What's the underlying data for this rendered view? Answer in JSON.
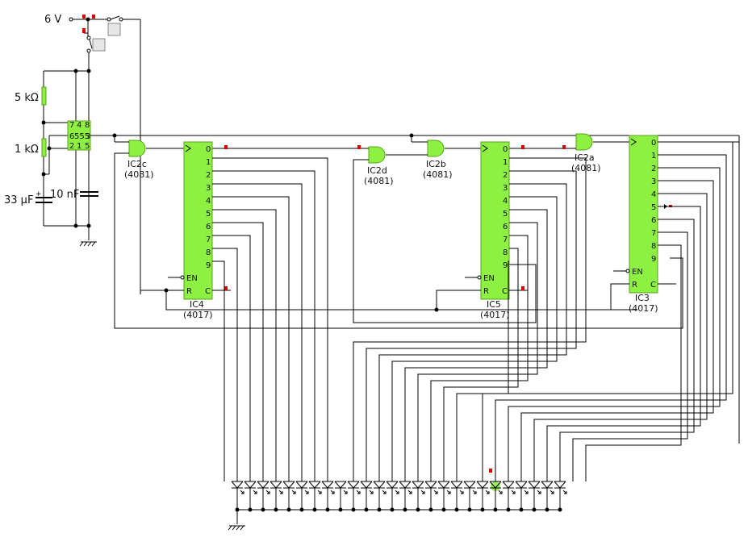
{
  "source": {
    "label": "6 V"
  },
  "resistors": [
    {
      "id": "r1",
      "label": "5 kΩ"
    },
    {
      "id": "r2",
      "label": "1 kΩ"
    }
  ],
  "capacitors": [
    {
      "id": "c1",
      "label": "33 µF",
      "polarized": true
    },
    {
      "id": "c2",
      "label": "10 nF",
      "polarized": false
    }
  ],
  "timer": {
    "name": "555",
    "pins_top": [
      "7",
      "4",
      "8"
    ],
    "pins_mid": [
      "6",
      "3"
    ],
    "pins_bottom": [
      "2",
      "1",
      "5"
    ]
  },
  "gates": [
    {
      "id": "IC2c",
      "name": "IC2c",
      "part": "(4081)"
    },
    {
      "id": "IC2d",
      "name": "IC2d",
      "part": "(4081)"
    },
    {
      "id": "IC2b",
      "name": "IC2b",
      "part": "(4081)"
    },
    {
      "id": "IC2a",
      "name": "IC2a",
      "part": "(4081)"
    }
  ],
  "counters": [
    {
      "id": "IC4",
      "name": "IC4",
      "part": "(4017)"
    },
    {
      "id": "IC5",
      "name": "IC5",
      "part": "(4017)"
    },
    {
      "id": "IC3",
      "name": "IC3",
      "part": "(4017)"
    }
  ],
  "counter_pins": {
    "outputs": [
      "0",
      "1",
      "2",
      "3",
      "4",
      "5",
      "6",
      "7",
      "8",
      "9"
    ],
    "enable": "EN",
    "reset": "R",
    "carry": "C"
  },
  "led_array": {
    "count": 26,
    "lit_index": 20,
    "lit_color": "#7ee83a"
  },
  "colors": {
    "chip": "#8ef040",
    "probe": "#e00000",
    "wire": "#000000"
  }
}
